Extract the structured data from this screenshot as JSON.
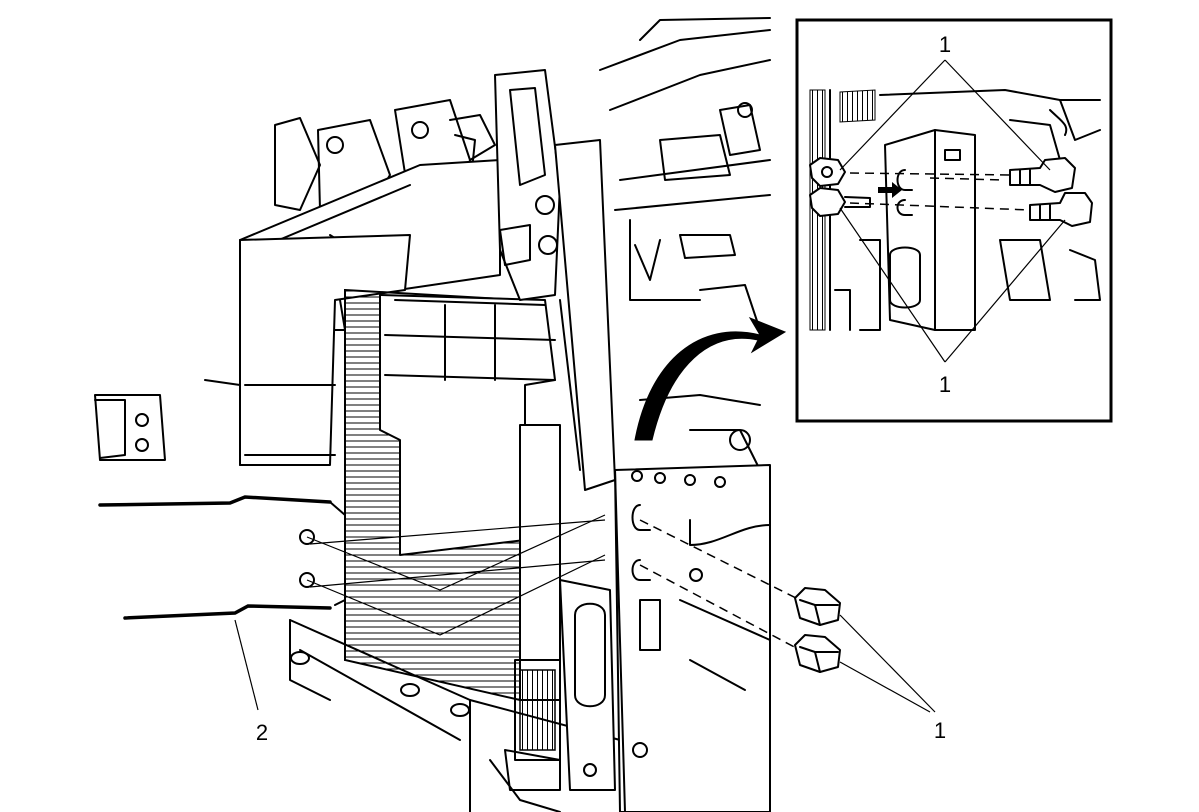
{
  "callouts": {
    "main_bolts": "1",
    "bumper_bar": "2",
    "inset_top": "1",
    "inset_bottom": "1"
  }
}
